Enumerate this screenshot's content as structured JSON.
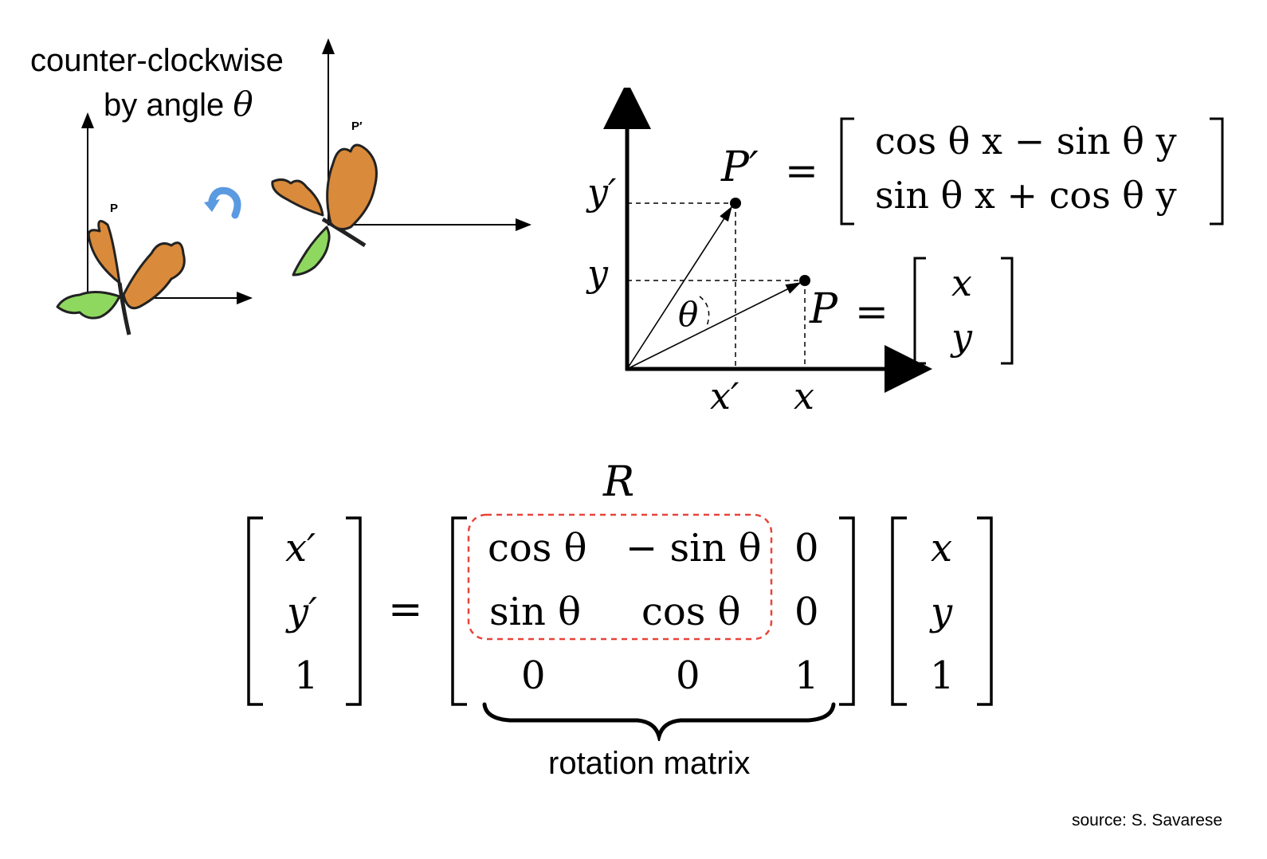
{
  "illustration": {
    "caption_line1": "counter-clockwise",
    "caption_line2_prefix": "by angle ",
    "caption_theta": "θ",
    "label_p": "P",
    "label_p_prime": "P′",
    "rotate_icon": "counter-clockwise-arrow-icon",
    "leaf_colors": {
      "autumn": "#d98a3a",
      "green": "#8fd860",
      "arrow_blue": "#5a9ae0"
    }
  },
  "graph": {
    "label_y_prime": "y′",
    "label_y": "y",
    "label_x_prime": "x′",
    "label_x": "x",
    "label_theta": "θ",
    "label_p_prime": "P′",
    "label_p": "P",
    "eq_sign": "=",
    "p_prime_row1": "cos θ x − sin θ y",
    "p_prime_row2": "sin θ x + cos θ y",
    "p_row1": "x",
    "p_row2": "y"
  },
  "matrix_eq": {
    "r_label": "R",
    "lhs": [
      "x′",
      "y′",
      "1"
    ],
    "eq_sign": "=",
    "rotation": [
      [
        "cos θ",
        "− sin θ",
        "0"
      ],
      [
        "sin θ",
        "cos θ",
        "0"
      ],
      [
        "0",
        "0",
        "1"
      ]
    ],
    "rhs": [
      "x",
      "y",
      "1"
    ],
    "brace_label": "rotation matrix",
    "highlight_color": "#e8443a"
  },
  "source": "source: S. Savarese"
}
